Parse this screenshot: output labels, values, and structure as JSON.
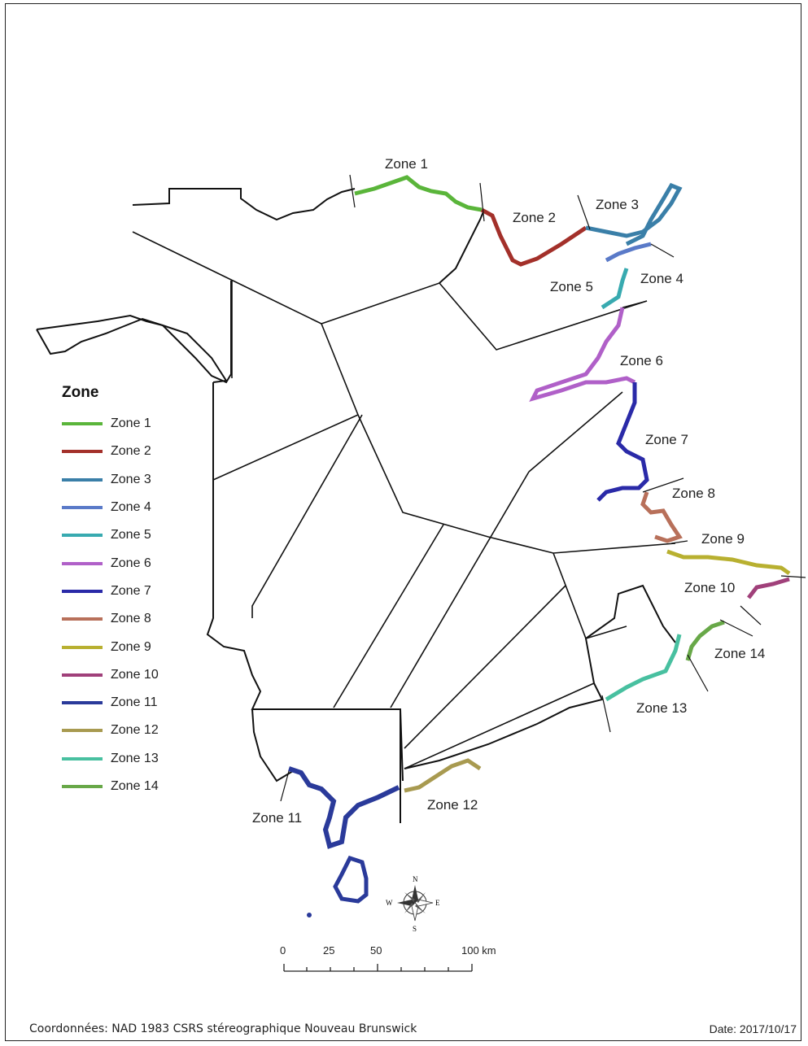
{
  "legend": {
    "title": "Zone",
    "items": [
      {
        "label": "Zone 1",
        "color": "#5ab53a"
      },
      {
        "label": "Zone 2",
        "color": "#a3302a"
      },
      {
        "label": "Zone 3",
        "color": "#3a7fa8"
      },
      {
        "label": "Zone 4",
        "color": "#5a7ac8"
      },
      {
        "label": "Zone 5",
        "color": "#38aab0"
      },
      {
        "label": "Zone 6",
        "color": "#b060c8"
      },
      {
        "label": "Zone 7",
        "color": "#2a2aa8"
      },
      {
        "label": "Zone 8",
        "color": "#b8705a"
      },
      {
        "label": "Zone 9",
        "color": "#b8b030"
      },
      {
        "label": "Zone 10",
        "color": "#a0407a"
      },
      {
        "label": "Zone 11",
        "color": "#2a3a9a"
      },
      {
        "label": "Zone 12",
        "color": "#a89a50"
      },
      {
        "label": "Zone 13",
        "color": "#48c0a0"
      },
      {
        "label": "Zone 14",
        "color": "#68a848"
      }
    ]
  },
  "map_labels": {
    "zone1": "Zone 1",
    "zone2": "Zone 2",
    "zone3": "Zone 3",
    "zone4": "Zone 4",
    "zone5": "Zone 5",
    "zone6": "Zone 6",
    "zone7": "Zone 7",
    "zone8": "Zone 8",
    "zone9": "Zone 9",
    "zone10": "Zone 10",
    "zone11": "Zone 11",
    "zone12": "Zone 12",
    "zone13": "Zone 13",
    "zone14": "Zone 14"
  },
  "compass": {
    "north": "N",
    "south": "S",
    "east": "E",
    "west": "W"
  },
  "scale_bar": {
    "ticks": [
      "0",
      "25",
      "50",
      "100 km"
    ]
  },
  "footer": {
    "coordinates": "Coordonnées: NAD 1983 CSRS stéreographique Nouveau Brunswick",
    "date": "Date: 2017/10/17"
  }
}
